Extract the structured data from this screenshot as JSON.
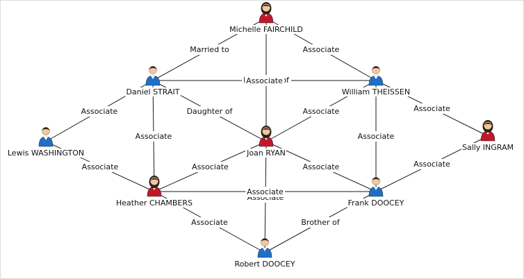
{
  "colors": {
    "male": "#1f6fc7",
    "female": "#c0182a",
    "skin": "#f2c79f",
    "hair": "#2b211c"
  },
  "nodes": [
    {
      "id": "michelle",
      "label": "Michelle FAIRCHILD",
      "gender": "female",
      "icon": "female-person-icon"
    },
    {
      "id": "daniel",
      "label": "Daniel STRAIT",
      "gender": "male",
      "icon": "male-person-icon"
    },
    {
      "id": "william",
      "label": "William THEISSEN",
      "gender": "male",
      "icon": "male-person-icon"
    },
    {
      "id": "lewis",
      "label": "Lewis WASHINGTON",
      "gender": "male",
      "icon": "male-person-icon"
    },
    {
      "id": "joan",
      "label": "Joan RYAN",
      "gender": "female",
      "icon": "female-person-icon"
    },
    {
      "id": "sally",
      "label": "Sally INGRAM",
      "gender": "female",
      "icon": "female-person-icon"
    },
    {
      "id": "heather",
      "label": "Heather CHAMBERS",
      "gender": "female",
      "icon": "female-person-icon"
    },
    {
      "id": "frank",
      "label": "Frank DOOCEY",
      "gender": "male",
      "icon": "male-person-icon"
    },
    {
      "id": "robert",
      "label": "Robert DOOCEY",
      "gender": "male",
      "icon": "male-person-icon"
    }
  ],
  "edges": [
    {
      "from": "michelle",
      "to": "daniel",
      "label": "Married to"
    },
    {
      "from": "michelle",
      "to": "william",
      "label": "Associate"
    },
    {
      "from": "michelle",
      "to": "joan",
      "label": "Daughter of"
    },
    {
      "from": "daniel",
      "to": "william",
      "label": "Associate"
    },
    {
      "from": "daniel",
      "to": "lewis",
      "label": "Associate"
    },
    {
      "from": "daniel",
      "to": "joan",
      "label": "Daughter of"
    },
    {
      "from": "daniel",
      "to": "heather",
      "label": "Associate"
    },
    {
      "from": "william",
      "to": "joan",
      "label": "Associate"
    },
    {
      "from": "william",
      "to": "frank",
      "label": "Associate"
    },
    {
      "from": "william",
      "to": "sally",
      "label": "Associate"
    },
    {
      "from": "lewis",
      "to": "heather",
      "label": "Associate"
    },
    {
      "from": "joan",
      "to": "heather",
      "label": "Associate"
    },
    {
      "from": "joan",
      "to": "frank",
      "label": "Associate"
    },
    {
      "from": "joan",
      "to": "robert",
      "label": "Associate"
    },
    {
      "from": "heather",
      "to": "frank",
      "label": "Associate"
    },
    {
      "from": "heather",
      "to": "robert",
      "label": "Associate"
    },
    {
      "from": "frank",
      "to": "sally",
      "label": "Associate"
    },
    {
      "from": "frank",
      "to": "robert",
      "label": "Brother of"
    }
  ]
}
